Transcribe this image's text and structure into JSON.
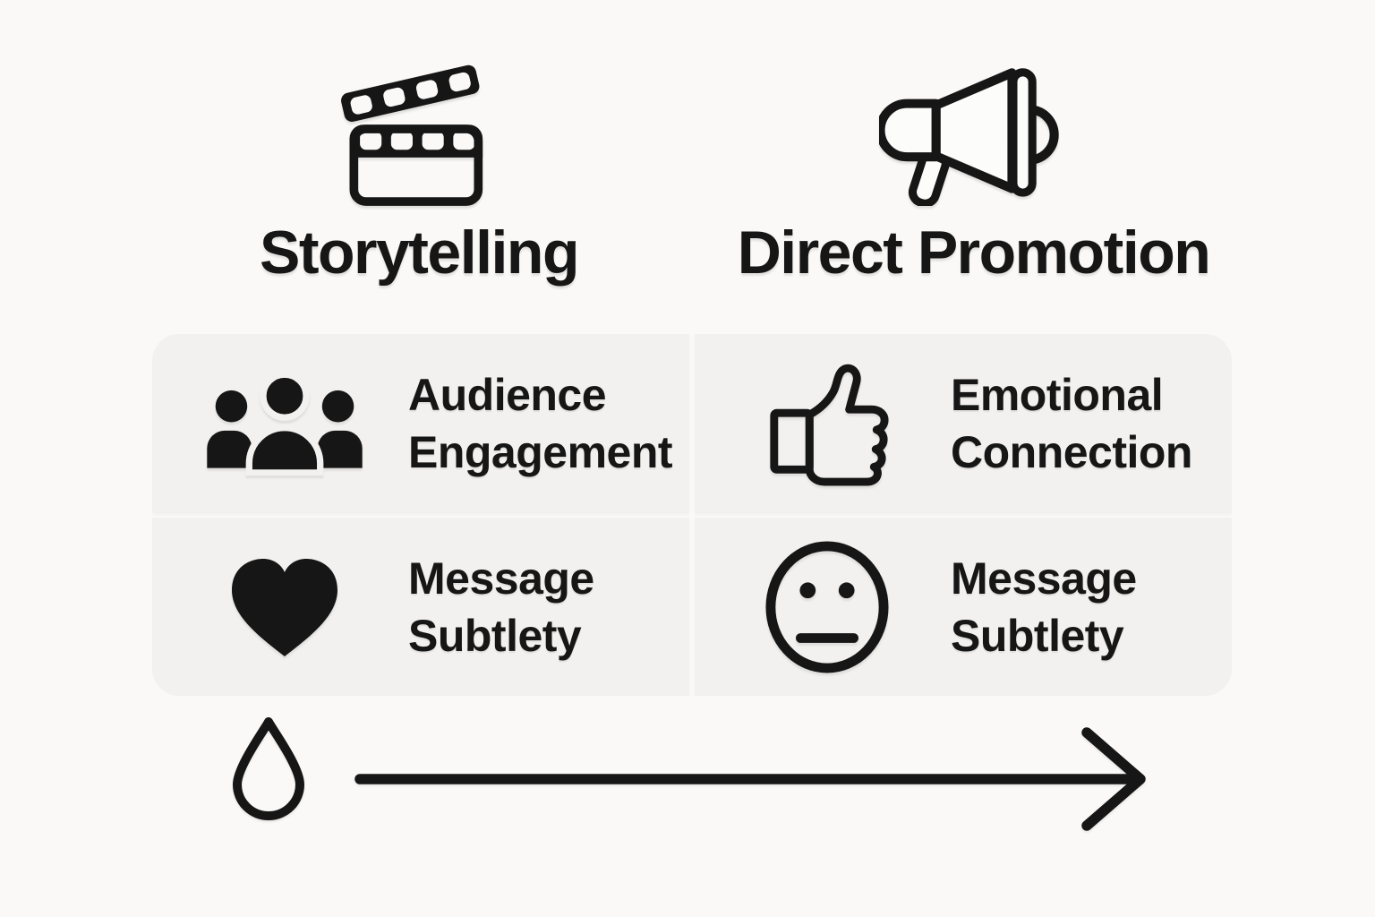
{
  "columns": [
    {
      "title": "Storytelling",
      "icon": "clapperboard-icon"
    },
    {
      "title": "Direct Promotion",
      "icon": "megaphone-icon"
    }
  ],
  "cells": [
    {
      "column": "Storytelling",
      "icon": "audience-group-icon",
      "line1": "Audience",
      "line2": "Engagement"
    },
    {
      "column": "Direct Promotion",
      "icon": "thumbs-up-icon",
      "line1": "Emotional",
      "line2": "Connection"
    },
    {
      "column": "Storytelling",
      "icon": "heart-icon",
      "line1": "Message",
      "line2": "Subtlety"
    },
    {
      "column": "Direct Promotion",
      "icon": "neutral-face-icon",
      "line1": "Message",
      "line2": "Subtlety"
    }
  ],
  "axis": {
    "start_icon": "water-drop-icon",
    "end_icon": "right-arrow",
    "direction": "left-to-right"
  },
  "colors": {
    "bg": "#faf9f7",
    "cell": "#f2f1ef",
    "ink": "#161616",
    "paper": "#fcfcfa"
  }
}
